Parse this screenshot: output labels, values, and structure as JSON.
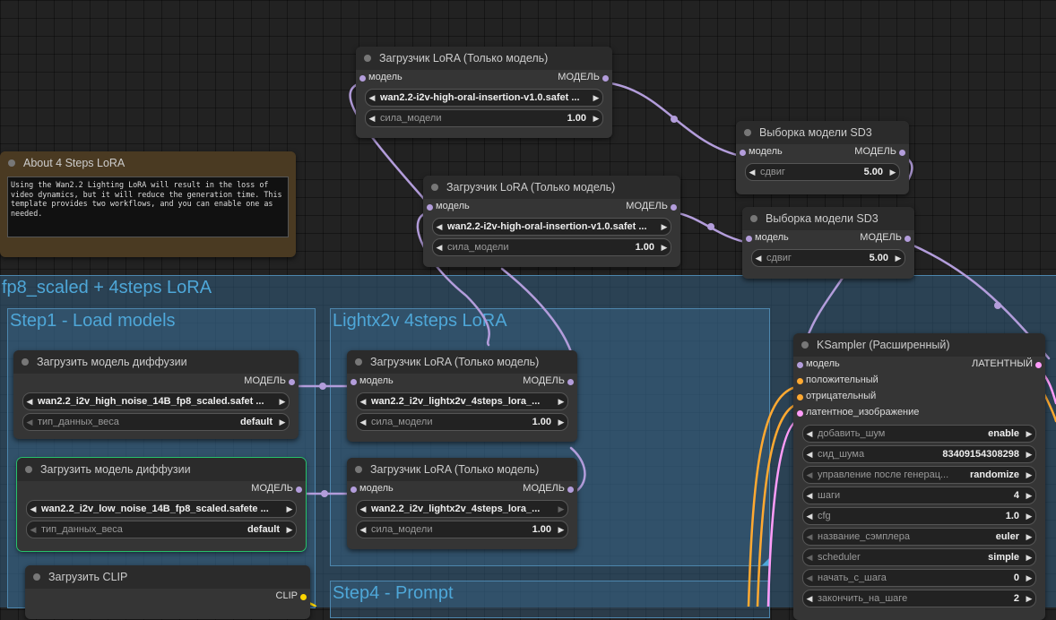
{
  "colors": {
    "model_link": "#b39ddb",
    "positive_link": "#ffa931",
    "latent_link": "#ff9cf9",
    "clip_link": "#ffd500",
    "group_fill": "rgba(51,93,125,0.55)",
    "group_title": "#4ea7d8",
    "note_bg": "#4a3a22",
    "selected_outline": "#27c26a"
  },
  "groups": {
    "main": {
      "title": "fp8_scaled +  4steps LoRA"
    },
    "step1": {
      "title": "Step1 - Load models"
    },
    "lightx": {
      "title": "Lightx2v 4steps LoRA"
    },
    "step4": {
      "title": "Step4 -  Prompt"
    }
  },
  "note": {
    "title": "About 4 Steps LoRA",
    "text": "Using the Wan2.2 Lighting LoRA will result in the loss of video dynamics, but it will reduce the generation time. This template provides two workflows, and you can enable one as needed."
  },
  "lora_top1": {
    "title": "Загрузчик LoRA (Только модель)",
    "in_label": "модель",
    "out_label": "МОДЕЛЬ",
    "lora_name": "wan2.2-i2v-high-oral-insertion-v1.0.safet ...",
    "strength_label": "сила_модели",
    "strength_value": "1.00"
  },
  "lora_top2": {
    "title": "Загрузчик LoRA (Только модель)",
    "in_label": "модель",
    "out_label": "МОДЕЛЬ",
    "lora_name": "wan2.2-i2v-high-oral-insertion-v1.0.safet ...",
    "strength_label": "сила_модели",
    "strength_value": "1.00"
  },
  "sd3_1": {
    "title": "Выборка модели SD3",
    "in_label": "модель",
    "out_label": "МОДЕЛЬ",
    "shift_label": "сдвиг",
    "shift_value": "5.00"
  },
  "sd3_2": {
    "title": "Выборка модели SD3",
    "in_label": "модель",
    "out_label": "МОДЕЛЬ",
    "shift_label": "сдвиг",
    "shift_value": "5.00"
  },
  "diff1": {
    "title": "Загрузить модель диффузии",
    "out_label": "МОДЕЛЬ",
    "unet_name": "wan2.2_i2v_high_noise_14B_fp8_scaled.safet ...",
    "dtype_label": "тип_данных_веса",
    "dtype_value": "default"
  },
  "diff2": {
    "title": "Загрузить модель диффузии",
    "out_label": "МОДЕЛЬ",
    "unet_name": "wan2.2_i2v_low_noise_14B_fp8_scaled.safete ...",
    "dtype_label": "тип_данных_веса",
    "dtype_value": "default"
  },
  "clip": {
    "title": "Загрузить CLIP",
    "out_label": "CLIP"
  },
  "lx1": {
    "title": "Загрузчик LoRA (Только модель)",
    "in_label": "модель",
    "out_label": "МОДЕЛЬ",
    "lora_name": "wan2.2_i2v_lightx2v_4steps_lora_...",
    "strength_label": "сила_модели",
    "strength_value": "1.00"
  },
  "lx2": {
    "title": "Загрузчик LoRA (Только модель)",
    "in_label": "модель",
    "out_label": "МОДЕЛЬ",
    "lora_name": "wan2.2_i2v_lightx2v_4steps_lora_...",
    "strength_label": "сила_модели",
    "strength_value": "1.00"
  },
  "ksampler": {
    "title": "KSampler (Расширенный)",
    "inputs": [
      "модель",
      "положительный",
      "отрицательный",
      "латентное_изображение"
    ],
    "out_label": "ЛАТЕНТНЫЙ",
    "widgets": [
      {
        "name": "добавить_шум",
        "value": "enable"
      },
      {
        "name": "сид_шума",
        "value": "834091543082​98"
      },
      {
        "name": "управление после генерац...",
        "value": "randomize"
      },
      {
        "name": "шаги",
        "value": "4"
      },
      {
        "name": "cfg",
        "value": "1.0"
      },
      {
        "name": "название_сэмплера",
        "value": "euler"
      },
      {
        "name": "scheduler",
        "value": "simple"
      },
      {
        "name": "начать_с_шага",
        "value": "0"
      },
      {
        "name": "закончить_на_шаге",
        "value": "2"
      }
    ]
  }
}
